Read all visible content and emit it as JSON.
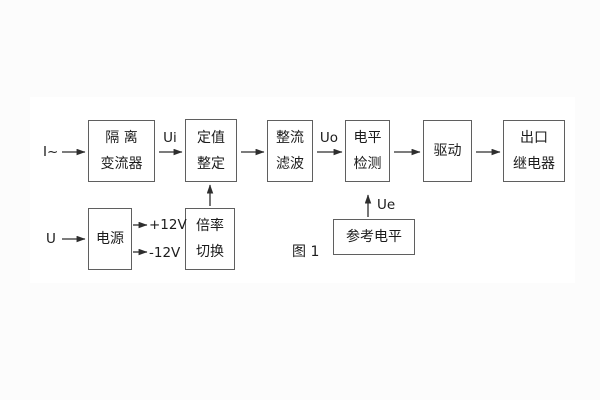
{
  "figure": {
    "caption": "图 1",
    "colors": {
      "background": "#fcfcfc",
      "panel": "#ffffff",
      "box_border": "#5f5f5f",
      "line": "#2e2e2e",
      "text": "#1c1c1c"
    }
  },
  "inputs": {
    "current_input": "I~",
    "voltage_input": "U"
  },
  "signals": {
    "ui": "Ui",
    "uo": "Uo",
    "ue": "Ue",
    "plus12": "+12V",
    "minus12": "-12V"
  },
  "blocks": {
    "isolation_transformer": {
      "line1": "隔 离",
      "line2": "变流器"
    },
    "setting_adjustment": {
      "line1": "定值",
      "line2": "整定"
    },
    "rectifier_filter": {
      "line1": "整流",
      "line2": "滤波"
    },
    "level_detection": {
      "line1": "电平",
      "line2": "检测"
    },
    "driver": {
      "line1": "驱动"
    },
    "output_relay": {
      "line1": "出口",
      "line2": "继电器"
    },
    "power_supply": {
      "line1": "电源"
    },
    "ratio_switch": {
      "line1": "倍率",
      "line2": "切换"
    },
    "reference_level": {
      "line1": "参考电平"
    }
  }
}
